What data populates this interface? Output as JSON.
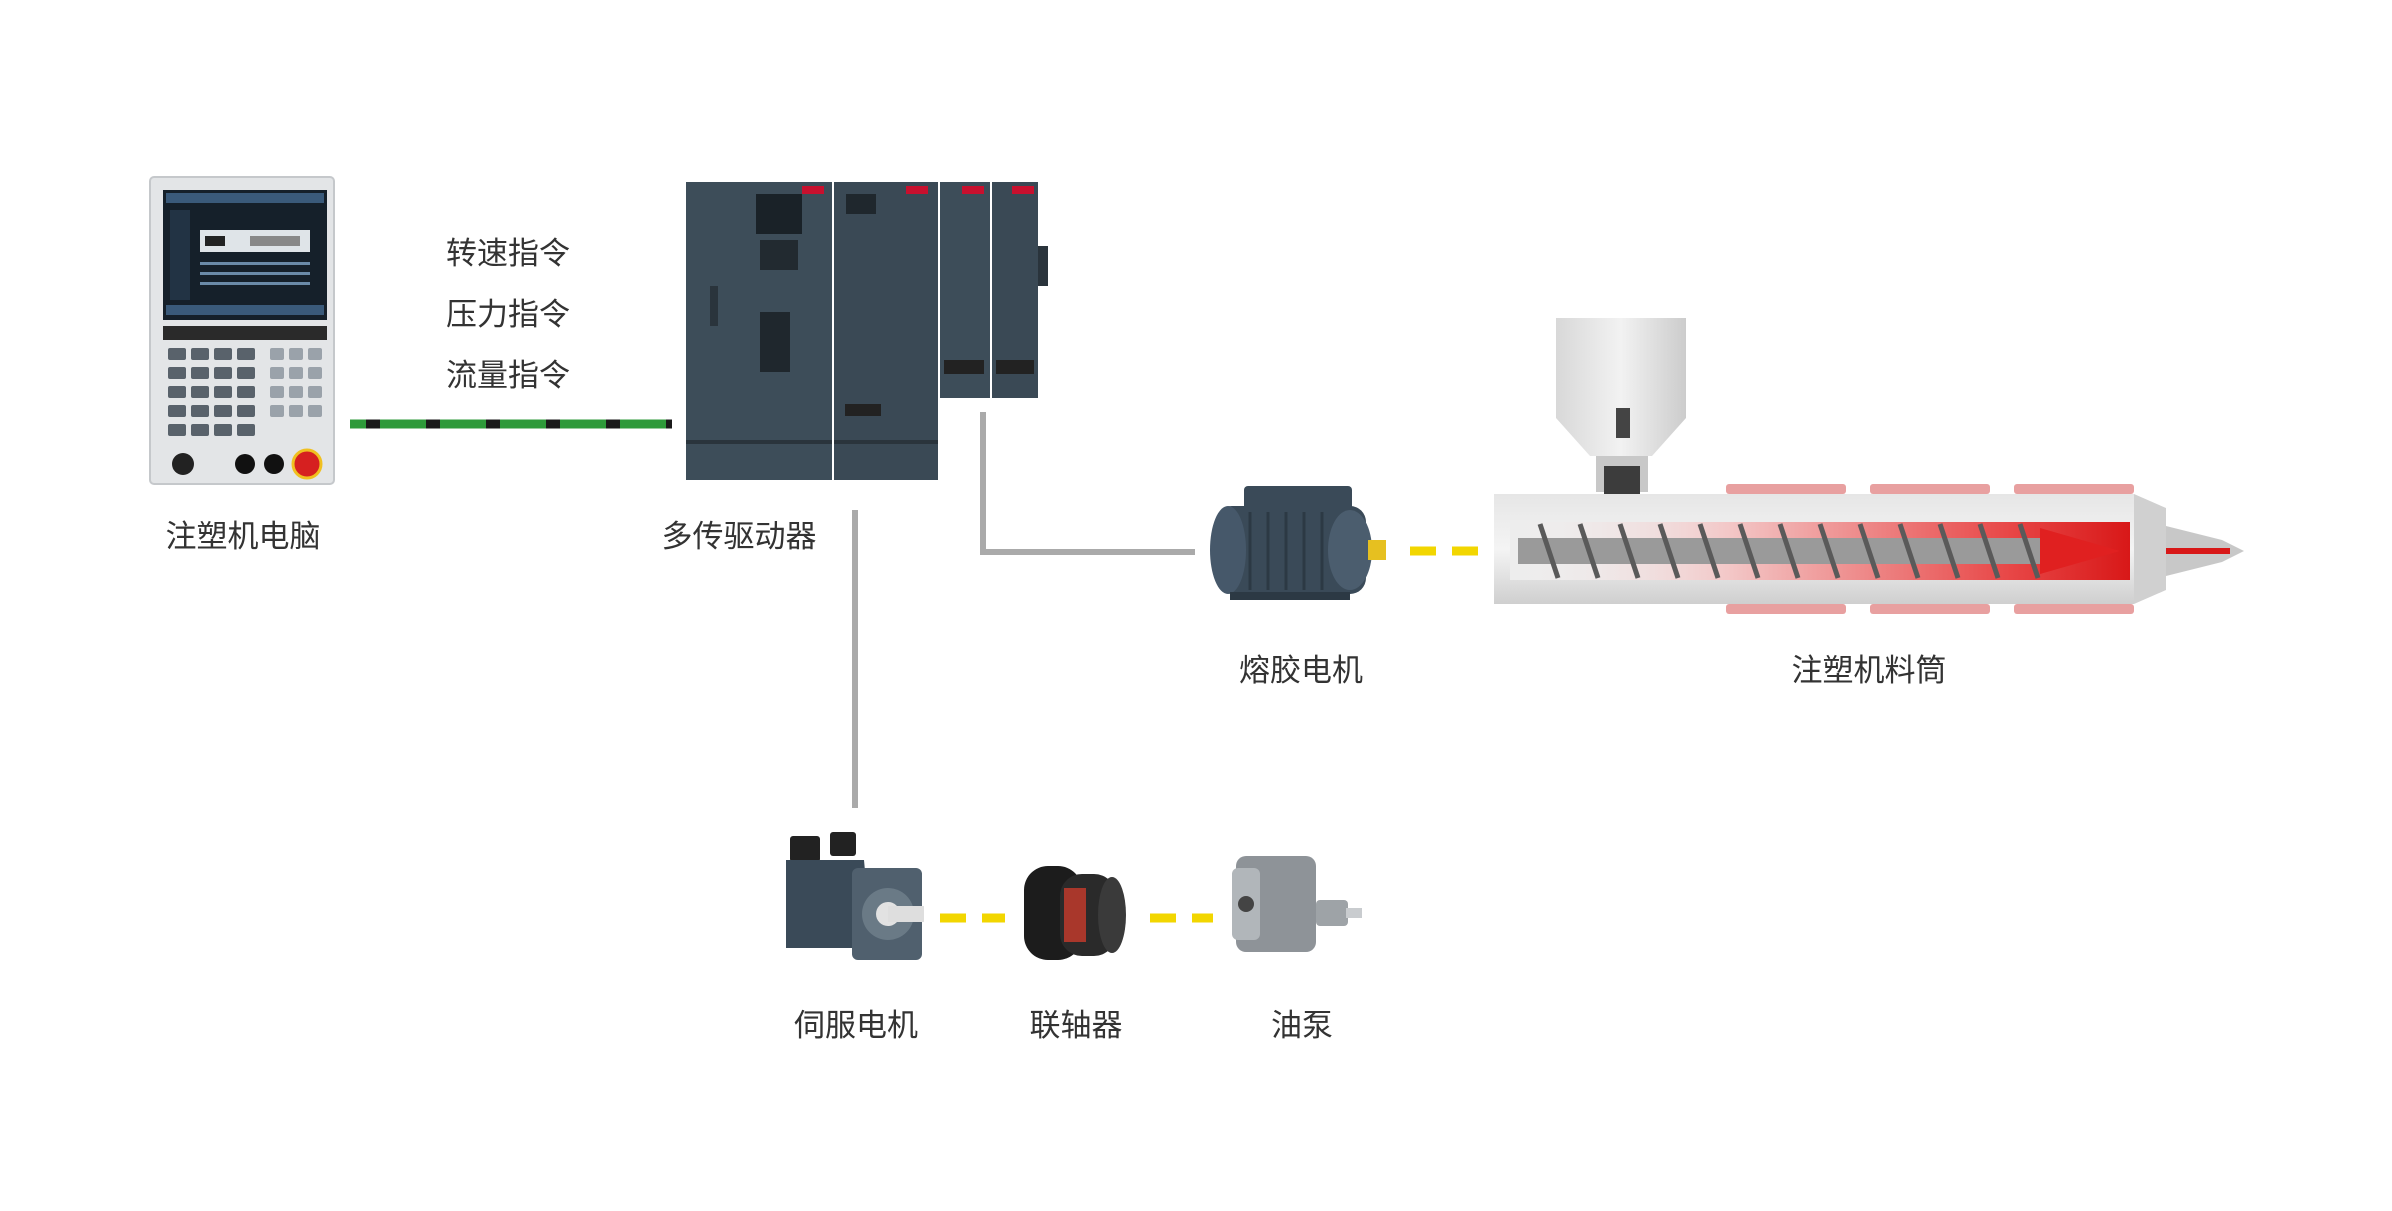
{
  "labels": {
    "computer": "注塑机电脑",
    "drive": "多传驱动器",
    "melt_motor": "熔胶电机",
    "barrel": "注塑机料筒",
    "servo_motor": "伺服电机",
    "coupling": "联轴器",
    "oil_pump": "油泵"
  },
  "commands": [
    "转速指令",
    "压力指令",
    "流量指令"
  ],
  "colors": {
    "bus_green": "#2e9a3a",
    "bus_black": "#1a1a1a",
    "wire_gray": "#aaaaaa",
    "mech_link_yellow": "#f2d600",
    "drive_body": "#3d4d59",
    "drive_brand_red": "#c8102e",
    "motor_body": "#3a4a58",
    "barrel_heater": "#e8a0a0",
    "barrel_melt": "#e02020",
    "emergency_stop": "#d62020"
  }
}
